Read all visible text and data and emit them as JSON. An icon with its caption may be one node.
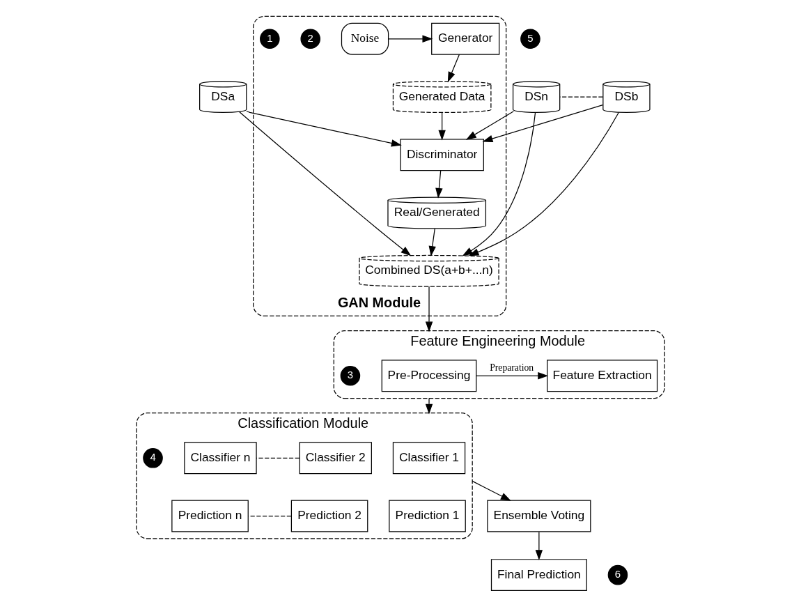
{
  "diagram": {
    "nodes": [
      {
        "text": [
          "DSa"
        ]
      },
      {
        "text": [
          "DSb"
        ]
      },
      {
        "text": [
          "DSn"
        ]
      },
      {
        "text": [
          "GAN Module"
        ]
      },
      {
        "text": [
          "Combined DS(a+b+...n)"
        ],
        "in": 3
      },
      {
        "text": [
          "Real/Generated"
        ],
        "in": 3
      },
      {
        "text": [
          "Discriminator"
        ],
        "in": 3
      },
      {
        "text": [
          "Generated Data"
        ],
        "in": 3
      },
      {
        "text": [
          "Noise"
        ],
        "in": 3
      },
      {
        "text": [
          "Generator"
        ],
        "in": 3
      },
      {
        "text": [
          "Feature Engineering Module"
        ]
      },
      {
        "text": [
          "Pre-Processing"
        ],
        "in": 10
      },
      {
        "text": [
          "Feature Extraction"
        ],
        "in": 10
      },
      {
        "text": [
          "Classification Module"
        ]
      },
      {
        "text": [
          "Classifier 1"
        ],
        "in": 13
      },
      {
        "text": [
          "Classifier 2"
        ],
        "in": 13
      },
      {
        "text": [
          "Classifier n"
        ],
        "in": 13
      },
      {
        "text": [
          "Prediction 1"
        ],
        "in": 13
      },
      {
        "text": [
          "Prediction 2"
        ],
        "in": 13
      },
      {
        "text": [
          "Prediction n"
        ],
        "in": 13
      },
      {
        "text": [
          "Ensemble Voting"
        ]
      },
      {
        "text": [
          "Final Prediction"
        ]
      }
    ],
    "edges": [
      {
        "from": 0,
        "to": 4,
        "arrow": "to"
      },
      {
        "from": 1,
        "to": 4,
        "arrow": "to"
      },
      {
        "from": 2,
        "to": 4,
        "arrow": "to"
      },
      {
        "from": 0,
        "to": 6,
        "arrow": "to"
      },
      {
        "from": 1,
        "to": 6,
        "arrow": "to"
      },
      {
        "from": 2,
        "to": 6,
        "arrow": "to"
      },
      {
        "from": 1,
        "to": 2,
        "arrow": "none",
        "style": "dashed"
      },
      {
        "from": 8,
        "to": 9,
        "arrow": "to"
      },
      {
        "from": 9,
        "to": 7,
        "arrow": "to"
      },
      {
        "from": 7,
        "to": 6,
        "arrow": "to"
      },
      {
        "from": 6,
        "to": 5,
        "arrow": "to"
      },
      {
        "from": 5,
        "to": 4,
        "arrow": "to"
      },
      {
        "from": 4,
        "to": 10,
        "arrow": "to"
      },
      {
        "from": 11,
        "to": 12,
        "arrow": "to",
        "label": "Preparation"
      },
      {
        "from": 10,
        "to": 13,
        "arrow": "to"
      },
      {
        "from": 15,
        "to": 16,
        "arrow": "none",
        "style": "dashed"
      },
      {
        "from": 18,
        "to": 19,
        "arrow": "none",
        "style": "dashed"
      },
      {
        "from": 13,
        "to": 20,
        "arrow": "to"
      },
      {
        "from": 20,
        "to": 21,
        "arrow": "to"
      }
    ],
    "labels": [
      "3",
      "2",
      "4",
      "1",
      "5",
      "6"
    ]
  }
}
